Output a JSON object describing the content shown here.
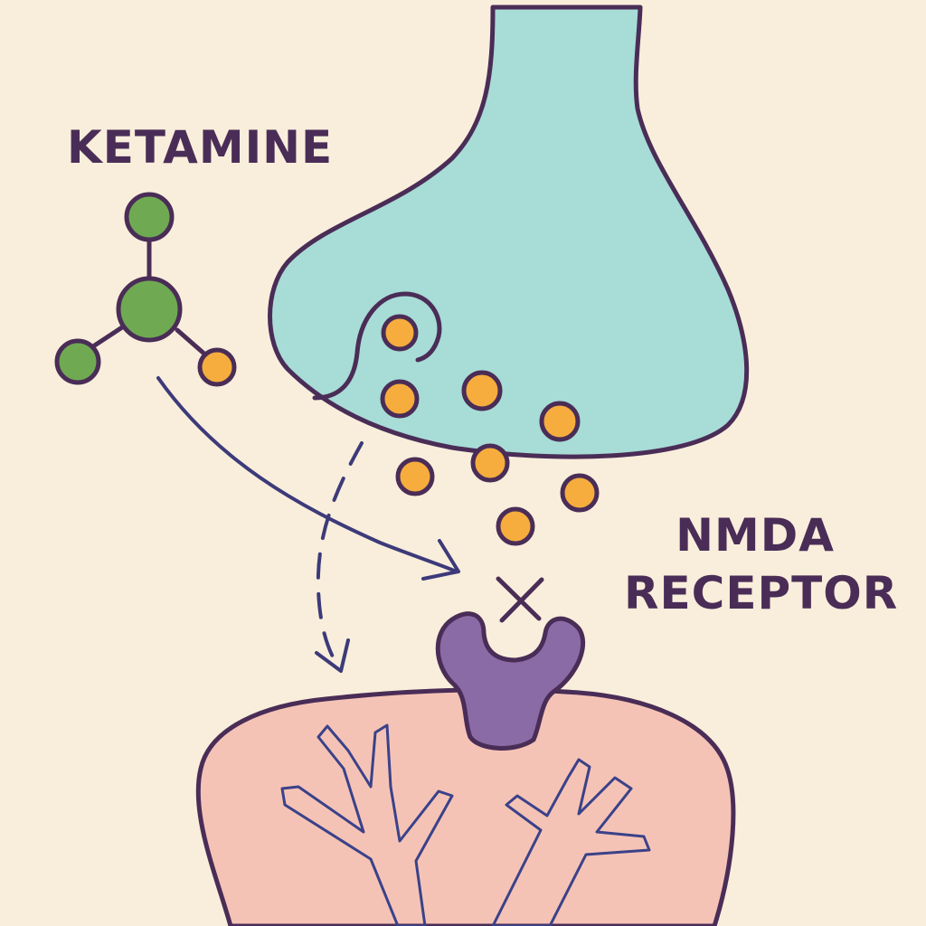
{
  "labels": {
    "drug": "KETAMINE",
    "receptor_line1": "NMDA",
    "receptor_line2": "RECEPTOR"
  },
  "colors": {
    "background": "#f9eedb",
    "outline": "#4a2d57",
    "presynaptic": "#a8dcd7",
    "postsynaptic": "#f5c3b6",
    "receptor": "#8b6ba6",
    "neurotransmitter": "#f6ad3d",
    "molecule_atom": "#6faa52",
    "arrow": "#3d3a7a",
    "dendrite": "#3a4289"
  },
  "icons": {
    "molecule": "ketamine-molecule-icon",
    "block": "block-x-icon",
    "arrow": "arrow-icon"
  }
}
